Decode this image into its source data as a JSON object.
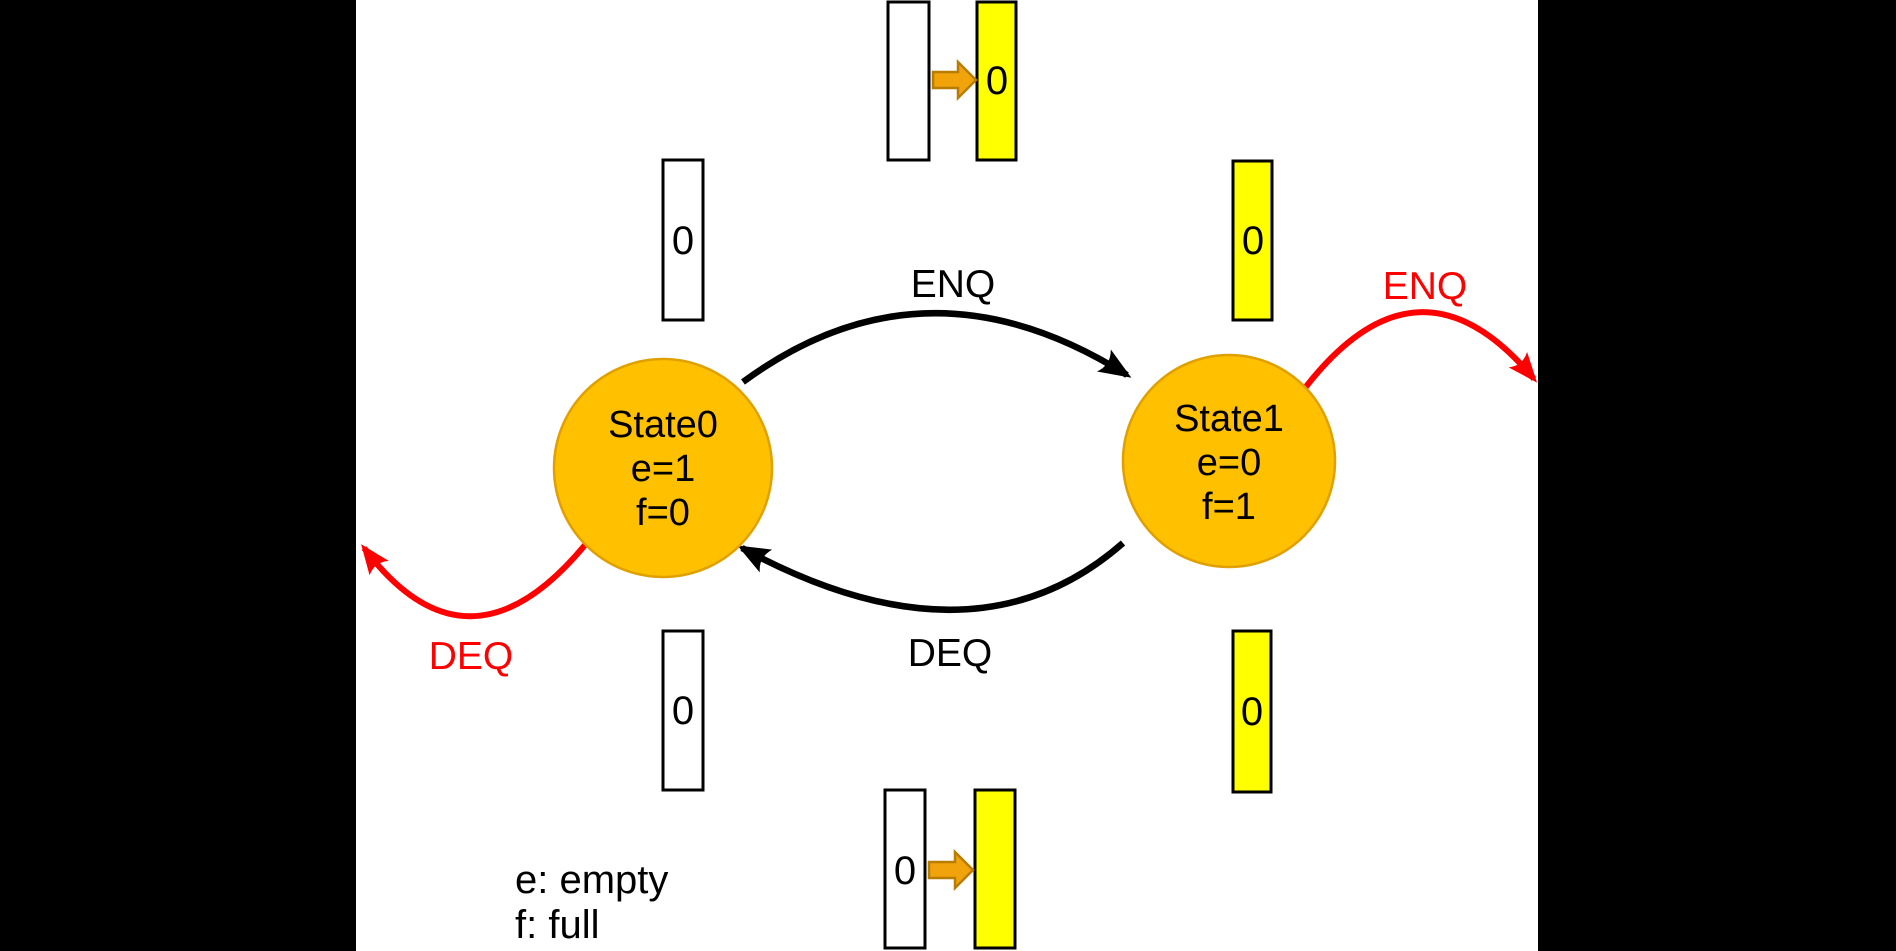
{
  "states": {
    "state0": {
      "title": "State0",
      "e": "e=1",
      "f": "f=0"
    },
    "state1": {
      "title": "State1",
      "e": "e=0",
      "f": "f=1"
    }
  },
  "transitions": {
    "enq": "ENQ",
    "deq": "DEQ",
    "enq_external": "ENQ",
    "deq_external": "DEQ"
  },
  "cells": {
    "enq_dest_value": "0",
    "state0_top_value": "0",
    "state1_top_value": "0",
    "state0_bottom_value": "0",
    "state1_bottom_value": "0",
    "deq_source_value": "0"
  },
  "legend": {
    "empty": "e: empty",
    "full": "f: full"
  },
  "colors": {
    "background": "#000000",
    "canvas": "#ffffff",
    "state_fill": "#FFC000",
    "state_stroke": "#DFA000",
    "cell_full_fill": "#FFFF00",
    "cell_empty_fill": "#FFFFFF",
    "cell_stroke": "#000000",
    "transition_color": "#000000",
    "external_color": "#FF0000",
    "move_arrow_fill": "#F0A30A",
    "move_arrow_stroke": "#B87D00",
    "text_color": "#000000"
  }
}
